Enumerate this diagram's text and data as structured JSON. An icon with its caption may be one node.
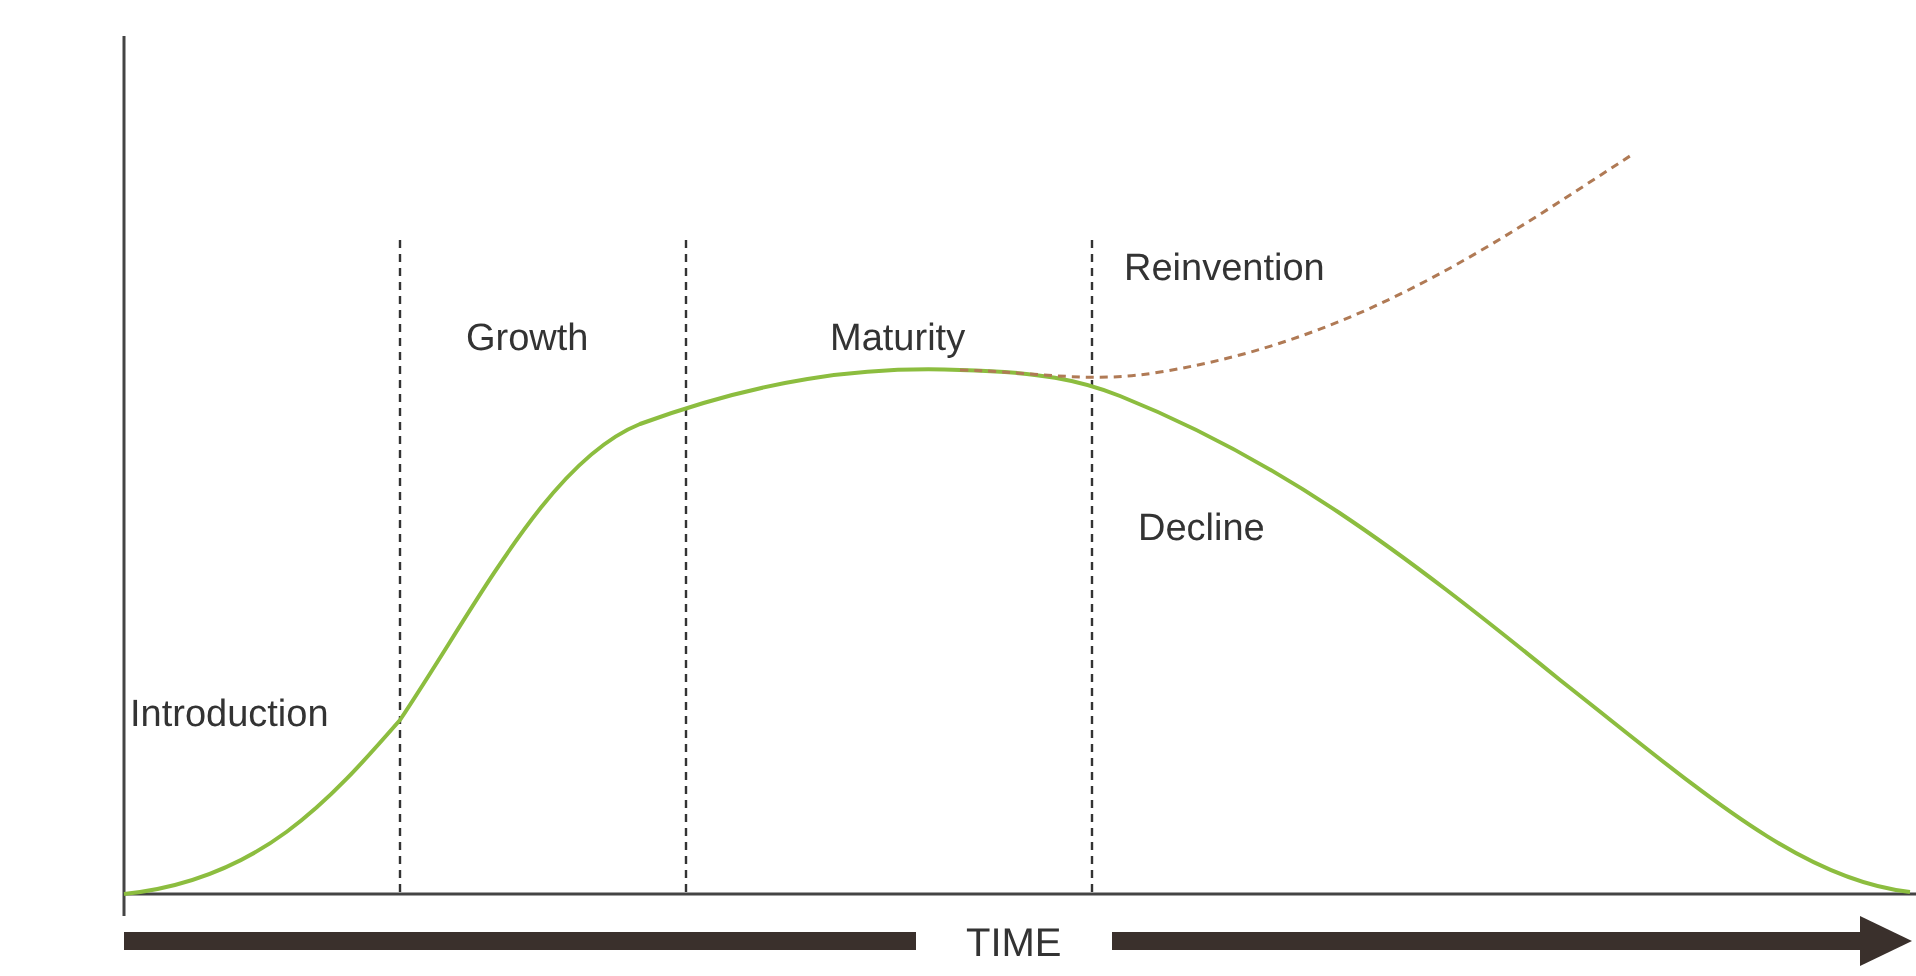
{
  "diagram": {
    "labels": [
      "Introduction",
      "Growth",
      "Maturity",
      "Reinvention",
      "Decline",
      "TIME"
    ]
  }
}
